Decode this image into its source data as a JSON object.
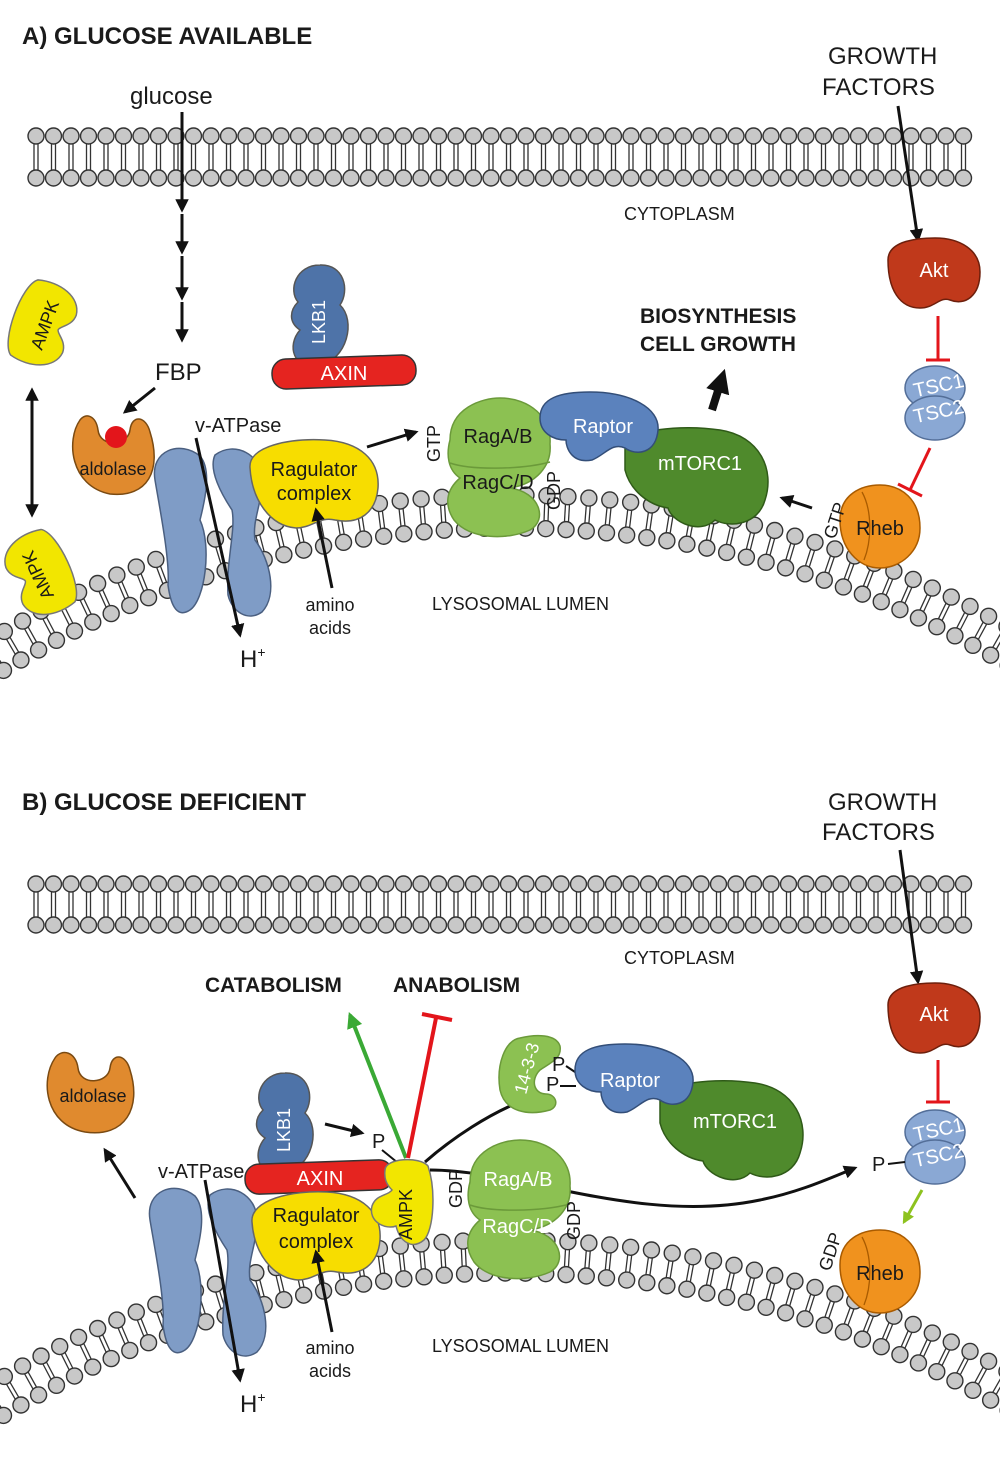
{
  "panel_a": {
    "title": "A) GLUCOSE AVAILABLE",
    "glucose": "glucose",
    "fbp": "FBP",
    "growth_factors": [
      "GROWTH",
      "FACTORS"
    ],
    "cytoplasm": "CYTOPLASM",
    "lysosomal_lumen": "LYSOSOMAL LUMEN",
    "output": [
      "BIOSYNTHESIS",
      "CELL GROWTH"
    ],
    "ampk": "AMPK",
    "lkb1": "LKB1",
    "axin": "AXIN",
    "aldolase": "aldolase",
    "v_atpase": "v-ATPase",
    "ragulator": [
      "Ragulator",
      "complex"
    ],
    "amino_acids": [
      "amino",
      "acids"
    ],
    "proton": "H",
    "proton_sup": "+",
    "rag_ab": "RagA/B",
    "rag_cd": "RagC/D",
    "gtp": "GTP",
    "gdp": "GDP",
    "raptor": "Raptor",
    "mtorc1": "mTORC1",
    "akt": "Akt",
    "tsc1": "TSC1",
    "tsc2": "TSC2",
    "rheb": "Rheb",
    "rheb_gtp": "GTP"
  },
  "panel_b": {
    "title": "B) GLUCOSE DEFICIENT",
    "growth_factors": [
      "GROWTH",
      "FACTORS"
    ],
    "cytoplasm": "CYTOPLASM",
    "lysosomal_lumen": "LYSOSOMAL LUMEN",
    "catabolism": "CATABOLISM",
    "anabolism": "ANABOLISM",
    "aldolase": "aldolase",
    "v_atpase": "v-ATPase",
    "lkb1": "LKB1",
    "axin": "AXIN",
    "ampk": "AMPK",
    "phospho": "P",
    "ragulator": [
      "Ragulator",
      "complex"
    ],
    "amino_acids": [
      "amino",
      "acids"
    ],
    "proton": "H",
    "proton_sup": "+",
    "protein_1433": "14-3-3",
    "raptor": "Raptor",
    "mtorc1": "mTORC1",
    "rag_ab": "RagA/B",
    "rag_cd": "RagC/D",
    "gdp": "GDP",
    "akt": "Akt",
    "tsc1": "TSC1",
    "tsc2": "TSC2",
    "rheb": "Rheb"
  },
  "colors": {
    "ampk": "#f2e600",
    "ragulator": "#f7dd00",
    "lkb1": "#4e73a8",
    "raptor": "#5b82bd",
    "axin": "#e52420",
    "aldolase": "#e08a2e",
    "v_atpase": "#7f9cc6",
    "rag": "#8cc152",
    "mtorc1": "#4f8a2c",
    "akt": "#c0391b",
    "tsc": "#8aa8d4",
    "rheb": "#f0921e",
    "inhibit_red": "#e3151b",
    "activate_green": "#3aa935",
    "lipid": "#c8c8c8"
  }
}
